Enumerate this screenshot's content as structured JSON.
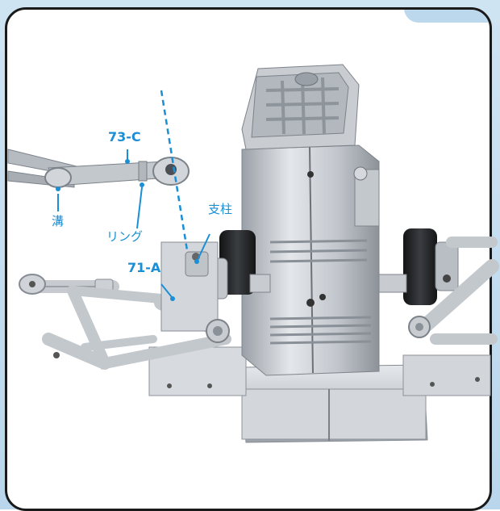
{
  "labels": {
    "part_73c": "73-C",
    "part_71a": "71-A",
    "groove": "溝",
    "ring": "リング",
    "post": "支柱"
  },
  "colors": {
    "accent": "#1a8fd6",
    "frame": "#1a1a1a",
    "metal_light": "#e1e4e8",
    "metal_mid": "#b7bcc3",
    "metal_dark": "#7e848c",
    "rubber": "#26282b",
    "background_tab": "#bcd8ec"
  },
  "icons": [
    "engine-illustration",
    "tweezers-icon",
    "guide-line"
  ]
}
